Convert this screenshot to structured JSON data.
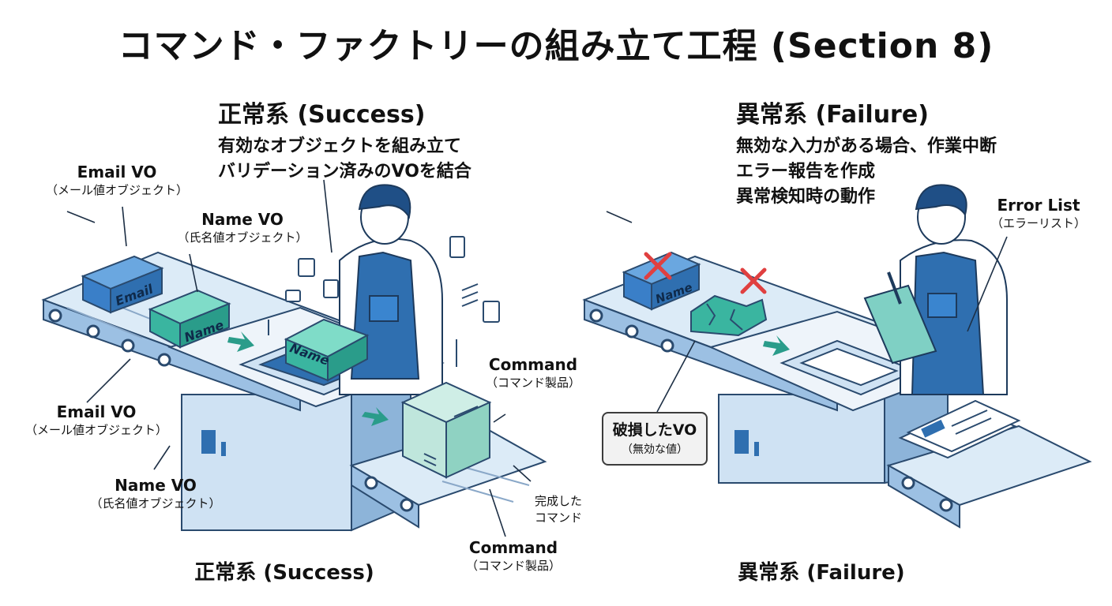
{
  "title": "コマンド・ファクトリーの組み立て工程 (Section 8)",
  "success_panel": {
    "heading": "正常系 (Success)",
    "lines": [
      "有効なオブジェクトを組み立て",
      "バリデーション済みのVOを結合"
    ],
    "caption": "正常系 (Success)",
    "labels": {
      "email_vo_top": {
        "main": "Email VO",
        "sub": "（メール値オブジェクト）"
      },
      "name_vo_top": {
        "main": "Name VO",
        "sub": "（氏名値オブジェクト）"
      },
      "email_vo_bottom": {
        "main": "Email VO",
        "sub": "（メール値オブジェクト）"
      },
      "name_vo_bottom": {
        "main": "Name VO",
        "sub": "（氏名値オブジェクト）"
      },
      "command_right": {
        "main": "Command",
        "sub": "（コマンド製品）"
      },
      "command_bottom": {
        "main": "Command",
        "sub": "（コマンド製品）"
      },
      "completed": [
        "完成した",
        "コマンド"
      ]
    },
    "box_texts": {
      "email": "Email",
      "name": "Name",
      "name_held": "Name"
    }
  },
  "failure_panel": {
    "heading": "異常系 (Failure)",
    "lines": [
      "無効な入力がある場合、作業中断",
      "エラー報告を作成",
      "異常検知時の動作"
    ],
    "caption": "異常系 (Failure)",
    "labels": {
      "error_list": {
        "main": "Error List",
        "sub": "（エラーリスト）"
      },
      "broken_vo": {
        "main": "破損したVO",
        "sub": "（無効な値）"
      }
    },
    "box_texts": {
      "name": "Name"
    }
  },
  "colors": {
    "belt": "#dcebf7",
    "belt_edge": "#2a4a6e",
    "box_blue": "#3a7fc8",
    "box_teal": "#3ab5a0",
    "worker_blue": "#2f6fb0",
    "error_red": "#e04040"
  }
}
